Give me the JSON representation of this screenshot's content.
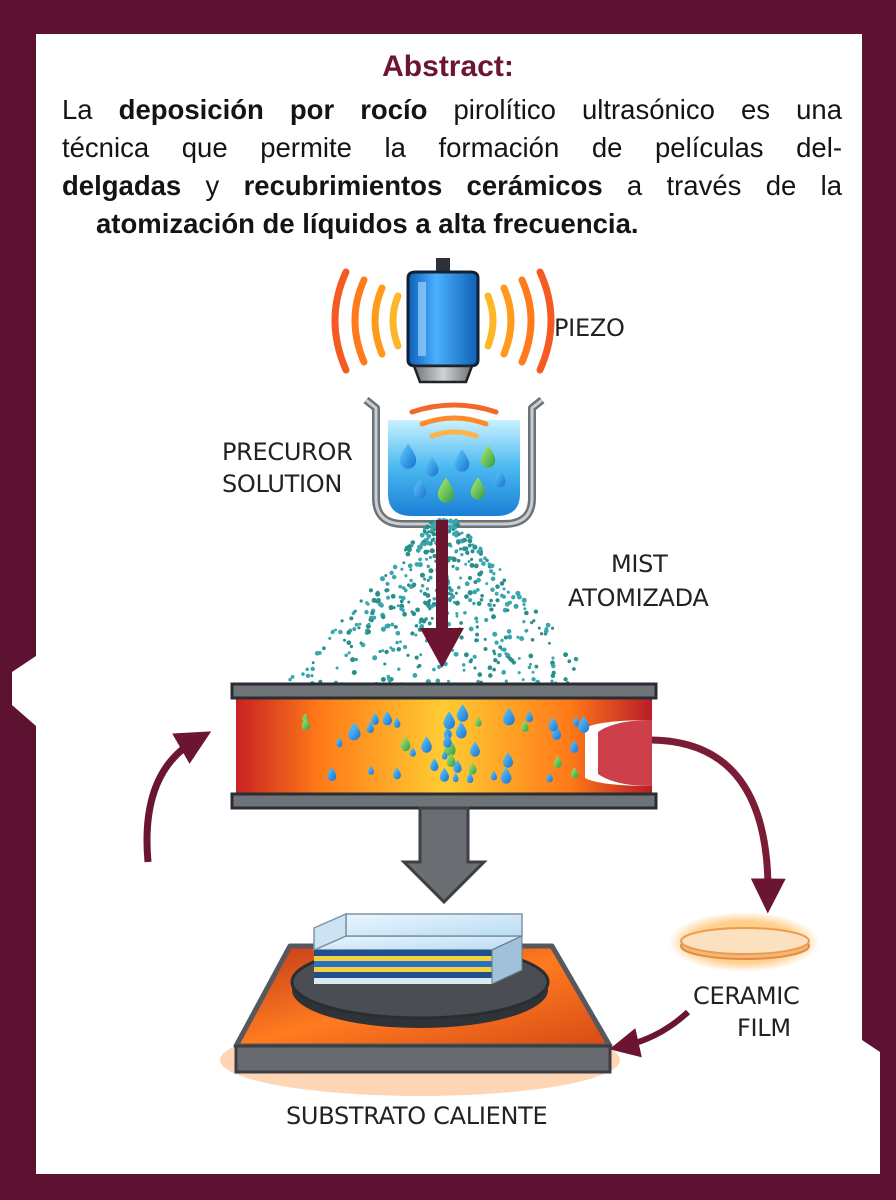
{
  "abstract": {
    "title": "Abstract:",
    "lines": [
      [
        {
          "text": "La ",
          "bold": false
        },
        {
          "text": "deposición por rocío",
          "bold": true
        },
        {
          "text": " pirolítico ultrasónico es una",
          "bold": false
        }
      ],
      [
        {
          "text": "técnica que permite la formación de películas del-",
          "bold": false
        }
      ],
      [
        {
          "text": "delgadas",
          "bold": true
        },
        {
          "text": " y ",
          "bold": false
        },
        {
          "text": "recubrimientos cerámicos",
          "bold": true
        },
        {
          "text": " a través de la",
          "bold": false
        }
      ],
      [
        {
          "text": "atomización de líquidos a alta frecuencia.",
          "bold": true
        }
      ]
    ]
  },
  "diagram": {
    "labels": {
      "piezo": "PIEZO",
      "precursor_line1": "PRECUROR",
      "precursor_line2": "SOLUTION",
      "mist_line1": "MIST",
      "mist_line2": "ATOMIZADA",
      "ceramic_line1": "CERAMIC",
      "ceramic_line2": "FILM",
      "substrate": "SUBSTRATO CALIENTE"
    },
    "colors": {
      "frame": "#5e1232",
      "panel": "#ffffff",
      "title": "#6d1536",
      "arrow": "#6b1530",
      "piezo_body": "#1e88e5",
      "waves": "#ff7a1a",
      "heat": "#ff6a00",
      "mist_dot": "#2a8f8a"
    },
    "icons": [
      "piezo-transducer-icon",
      "beaker-icon",
      "mist-cone-icon",
      "reactor-tube-icon",
      "hot-plate-icon",
      "ceramic-disc-icon"
    ]
  }
}
